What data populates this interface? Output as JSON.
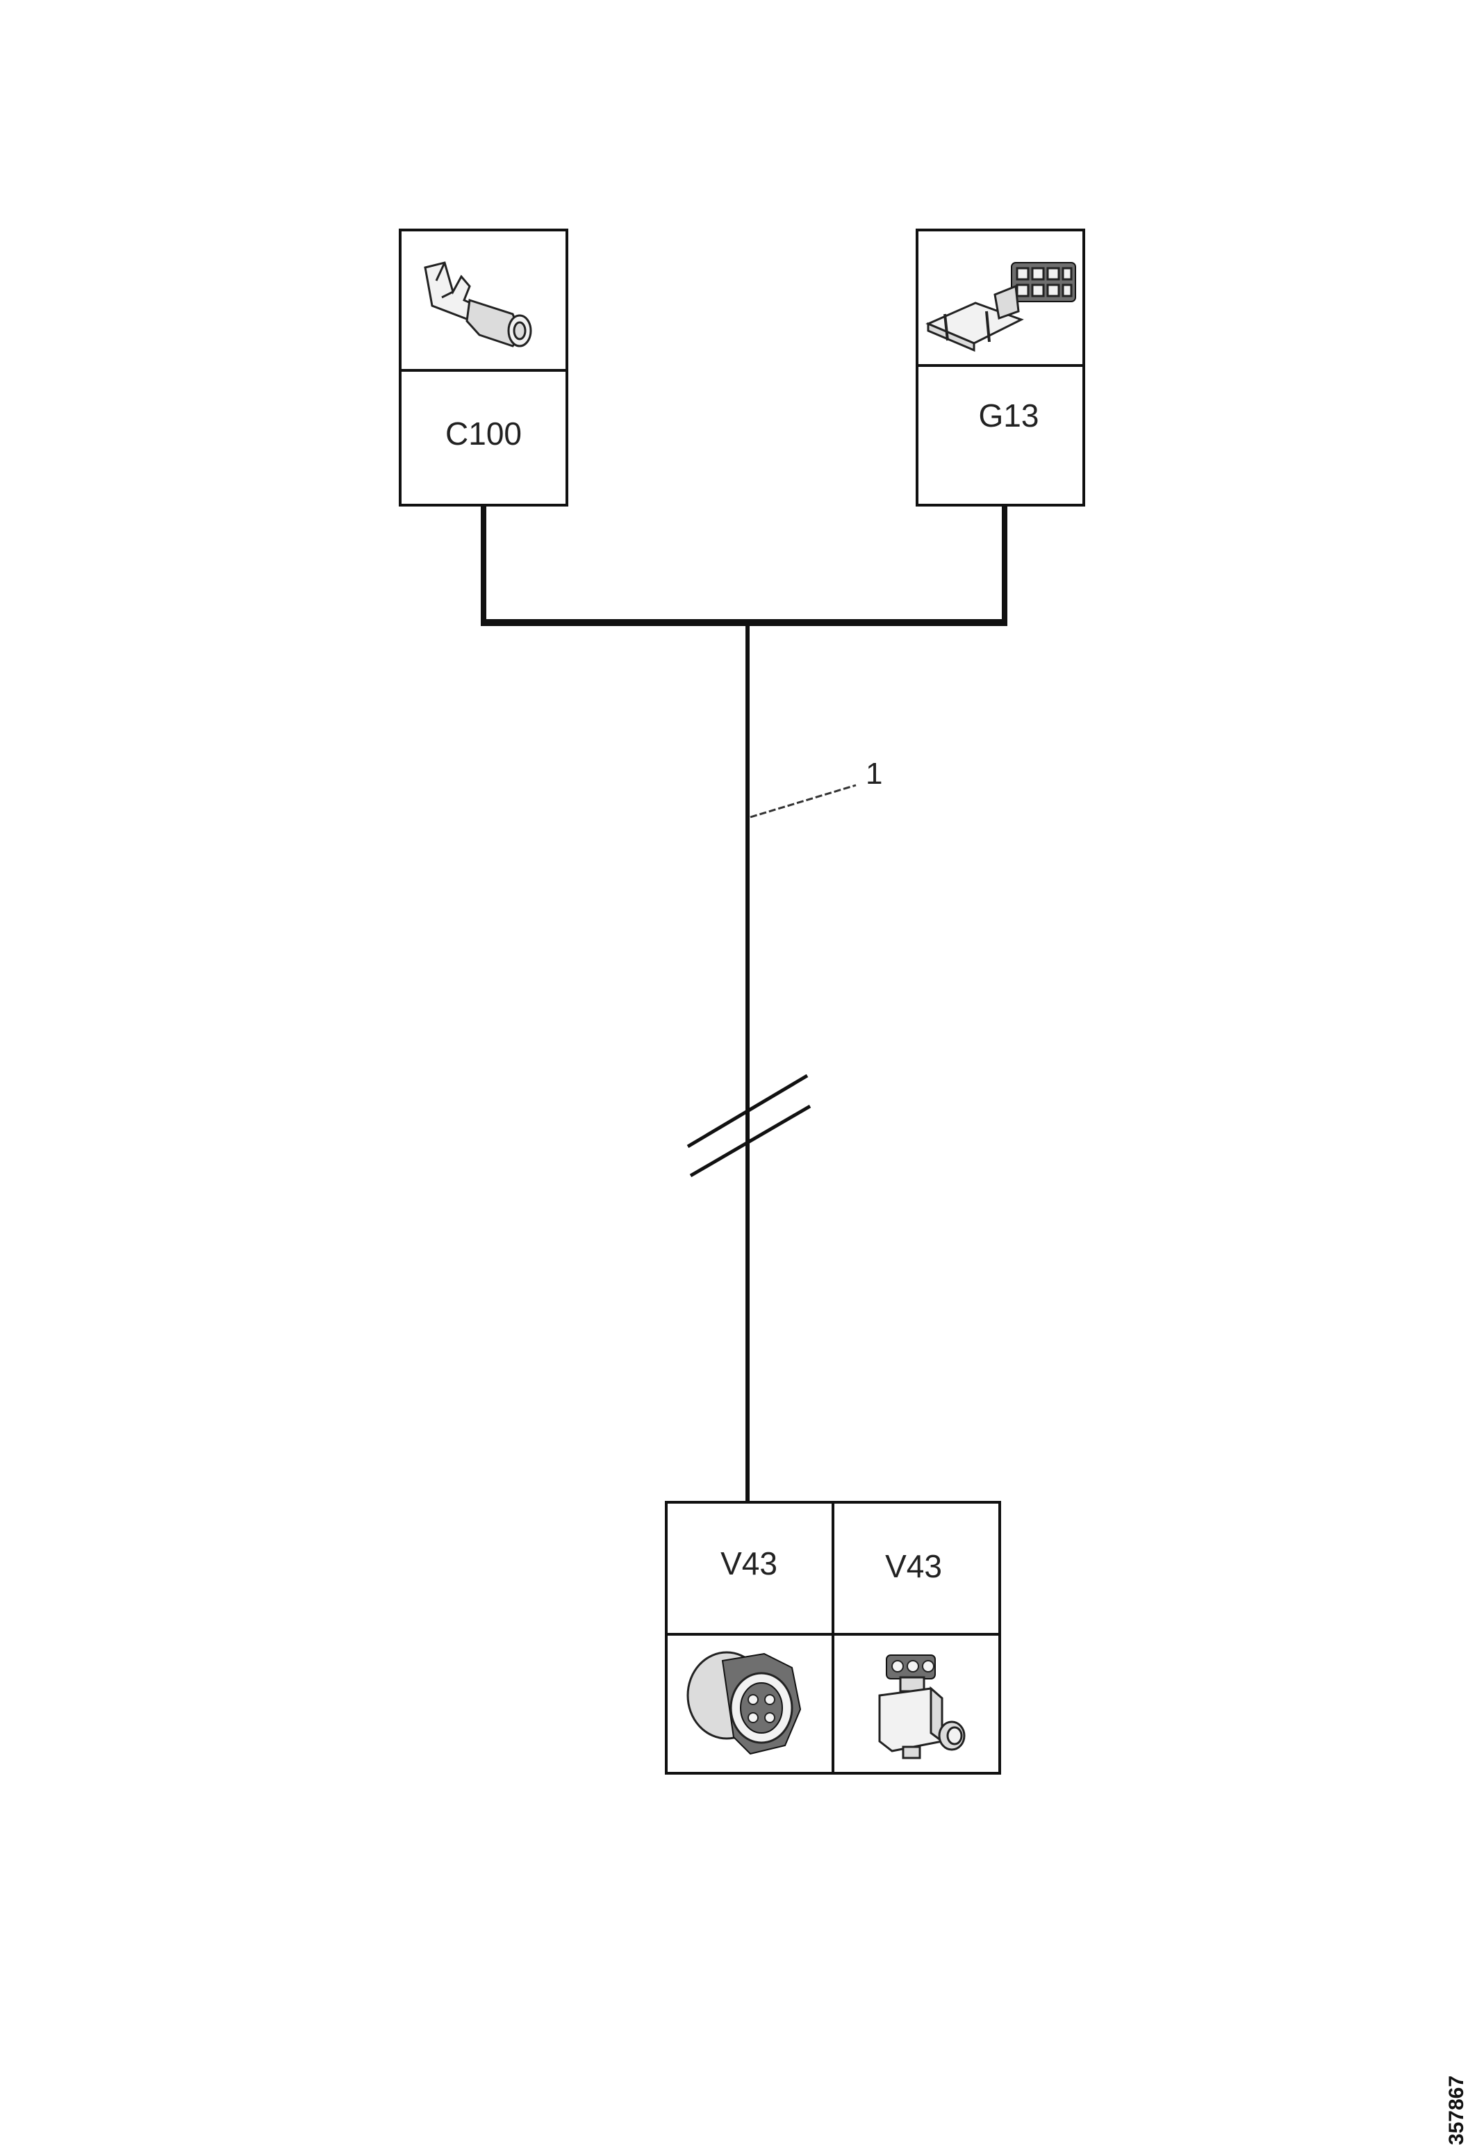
{
  "connectors": {
    "top_left": {
      "label": "C100",
      "icon": "crimp-terminal-icon"
    },
    "top_right": {
      "label": "G13",
      "icon": "multi-pin-connector-block-icon"
    },
    "bottom_left": {
      "label": "V43",
      "icon": "round-circular-connector-icon"
    },
    "bottom_right": {
      "label": "V43",
      "icon": "solenoid-valve-icon"
    }
  },
  "wire_callout": "1",
  "document_number": "357867"
}
